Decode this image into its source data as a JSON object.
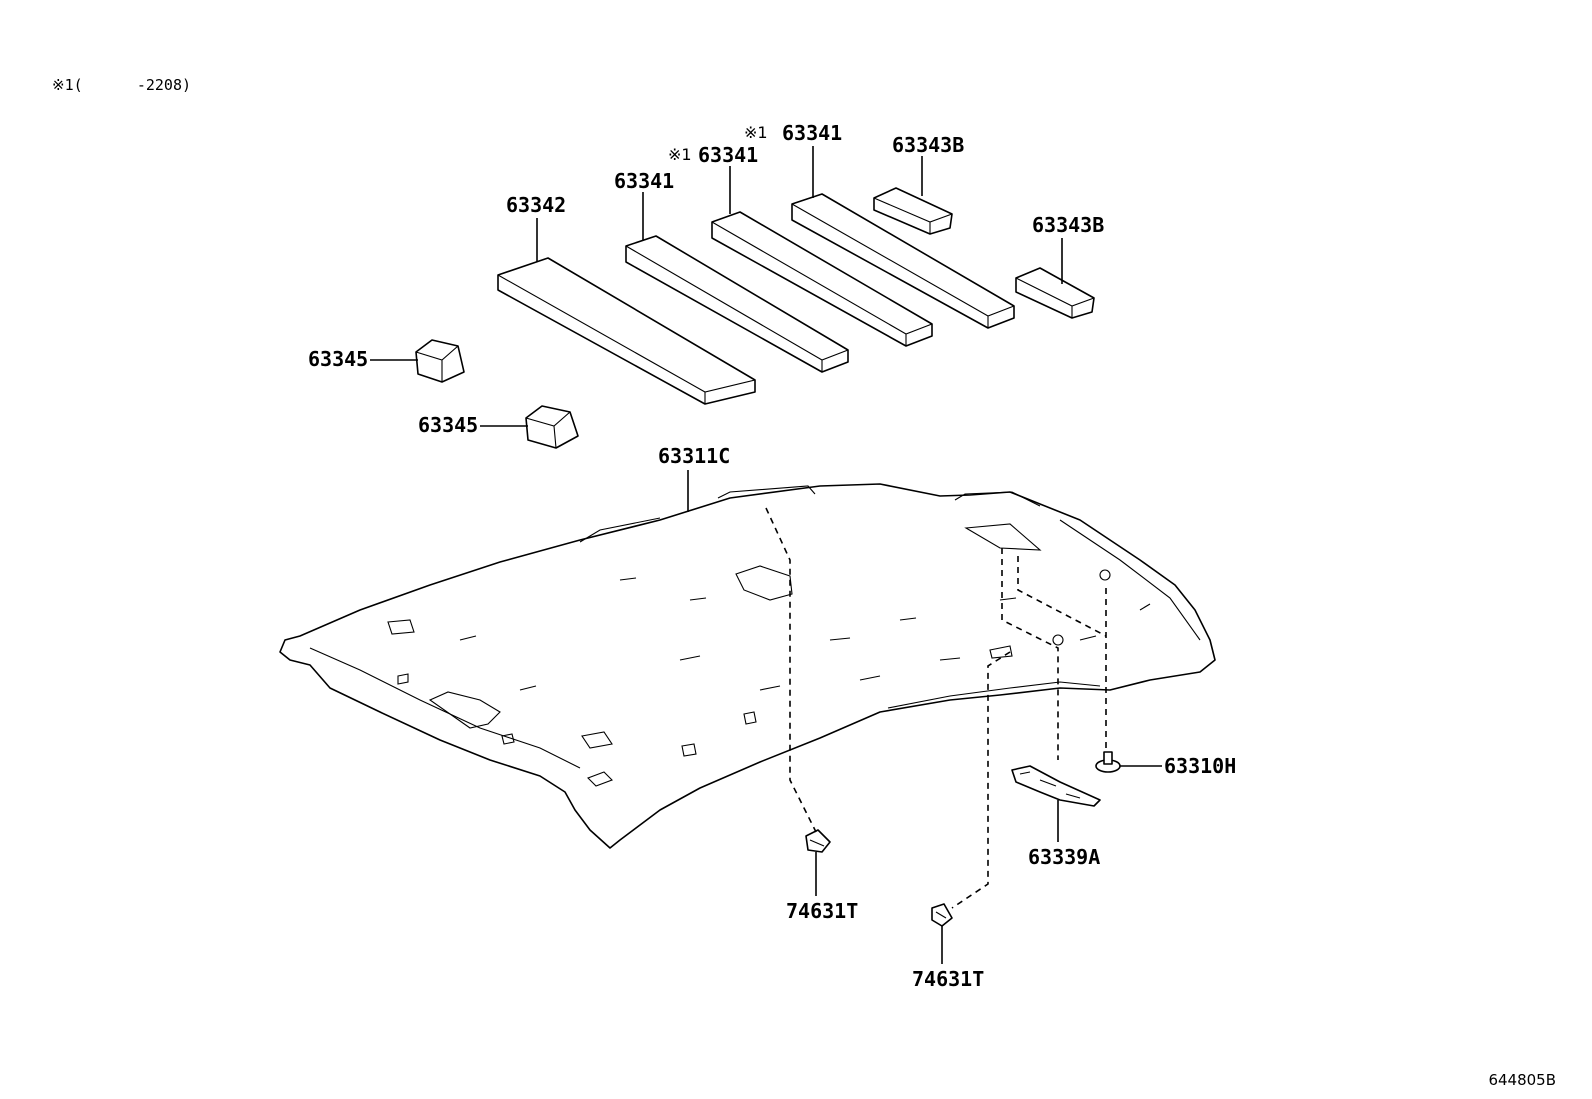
{
  "note": {
    "mark": "※1",
    "range": "(      -2208)"
  },
  "footer": {
    "code": "644805B"
  },
  "labels": {
    "p63342": "63342",
    "p63341_a": "63341",
    "p63341_b_mark": "※1",
    "p63341_b": "63341",
    "p63341_c_mark": "※1",
    "p63341_c": "63341",
    "p63343b_a": "63343B",
    "p63343b_b": "63343B",
    "p63345_a": "63345",
    "p63345_b": "63345",
    "p63311c": "63311C",
    "p63310h": "63310H",
    "p63339a": "63339A",
    "p74631t_a": "74631T",
    "p74631t_b": "74631T"
  }
}
